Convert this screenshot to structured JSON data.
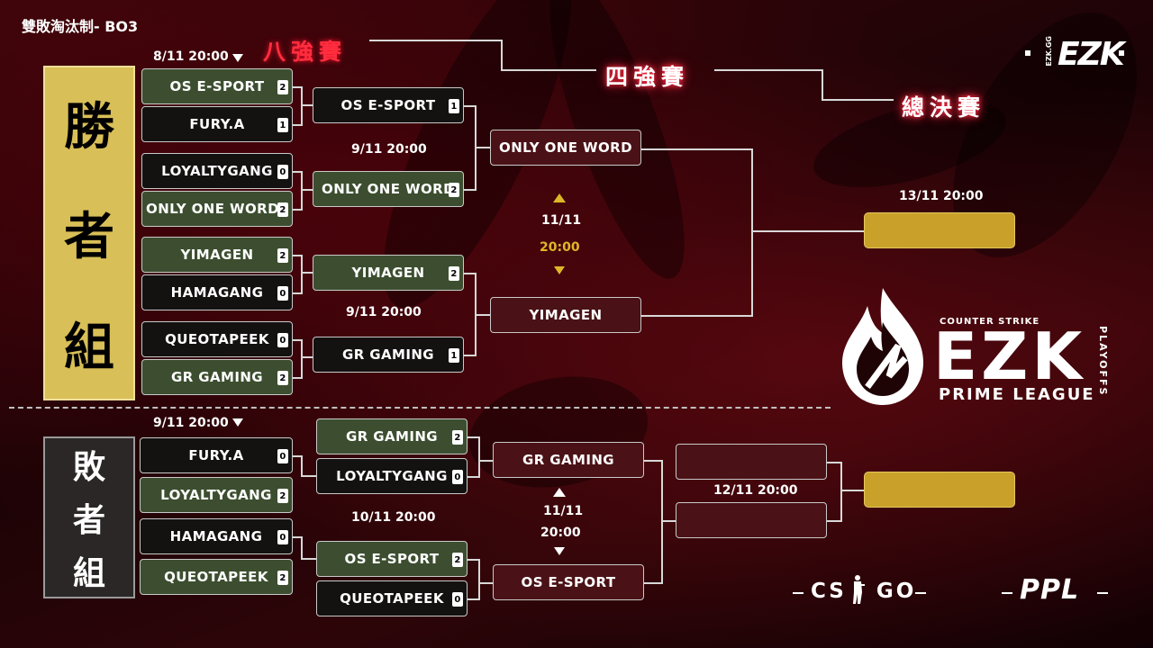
{
  "header": {
    "title": "雙敗淘汰制- BO3"
  },
  "stages": {
    "eight": "八強賽",
    "four": "四強賽",
    "final": "總決賽"
  },
  "groups": {
    "winners": [
      "勝",
      "者",
      "組"
    ],
    "losers": [
      "敗",
      "者",
      "組"
    ]
  },
  "dates": {
    "wb_r1": "8/11  20:00",
    "wb_r2_top": "9/11  20:00",
    "wb_r2_bot": "9/11  20:00",
    "wb_semi_day": "11/11",
    "wb_semi_time": "20:00",
    "grand_final": "13/11  20:00",
    "lb_r1": "9/11  20:00",
    "lb_r2": "10/11  20:00",
    "lb_semi_day": "11/11",
    "lb_semi_time": "20:00",
    "lb_final": "12/11  20:00"
  },
  "winners_r1": [
    {
      "team": "OS E-SPORT",
      "score": "2"
    },
    {
      "team": "FURY.A",
      "score": "1"
    },
    {
      "team": "LOYALTYGANG",
      "score": "0"
    },
    {
      "team": "ONLY ONE WORD",
      "score": "2"
    },
    {
      "team": "YIMAGEN",
      "score": "2"
    },
    {
      "team": "HAMAGANG",
      "score": "0"
    },
    {
      "team": "QUEOTAPEEK",
      "score": "0"
    },
    {
      "team": "GR GAMING",
      "score": "2"
    }
  ],
  "winners_r2": [
    {
      "team": "OS E-SPORT",
      "score": "1"
    },
    {
      "team": "ONLY ONE WORD",
      "score": "2"
    },
    {
      "team": "YIMAGEN",
      "score": "2"
    },
    {
      "team": "GR GAMING",
      "score": "1"
    }
  ],
  "winners_semi": [
    {
      "team": "ONLY ONE WORD"
    },
    {
      "team": "YIMAGEN"
    }
  ],
  "losers_r1": [
    {
      "team": "FURY.A",
      "score": "0"
    },
    {
      "team": "LOYALTYGANG",
      "score": "2"
    },
    {
      "team": "HAMAGANG",
      "score": "0"
    },
    {
      "team": "QUEOTAPEEK",
      "score": "2"
    }
  ],
  "losers_r2": [
    {
      "team": "GR GAMING",
      "score": "2"
    },
    {
      "team": "LOYALTYGANG",
      "score": "0"
    },
    {
      "team": "OS E-SPORT",
      "score": "2"
    },
    {
      "team": "QUEOTAPEEK",
      "score": "0"
    }
  ],
  "losers_semi": [
    {
      "team": "GR GAMING"
    },
    {
      "team": "OS E-SPORT"
    }
  ],
  "brand": {
    "corner_logo": "EZK",
    "corner_domain": "EZK.GG",
    "counter_strike": "COUNTER STRIKE",
    "ezk": "EZK",
    "prime_league": "PRIME LEAGUE",
    "playoffs": "PLAYOFFS",
    "csgo": "CS GO",
    "ppl": "PPL"
  },
  "colors": {
    "gold": "#c9a12a",
    "green": "#3c4e2f",
    "maroon": "#4a1216",
    "neon_red": "#ff2e3e"
  }
}
